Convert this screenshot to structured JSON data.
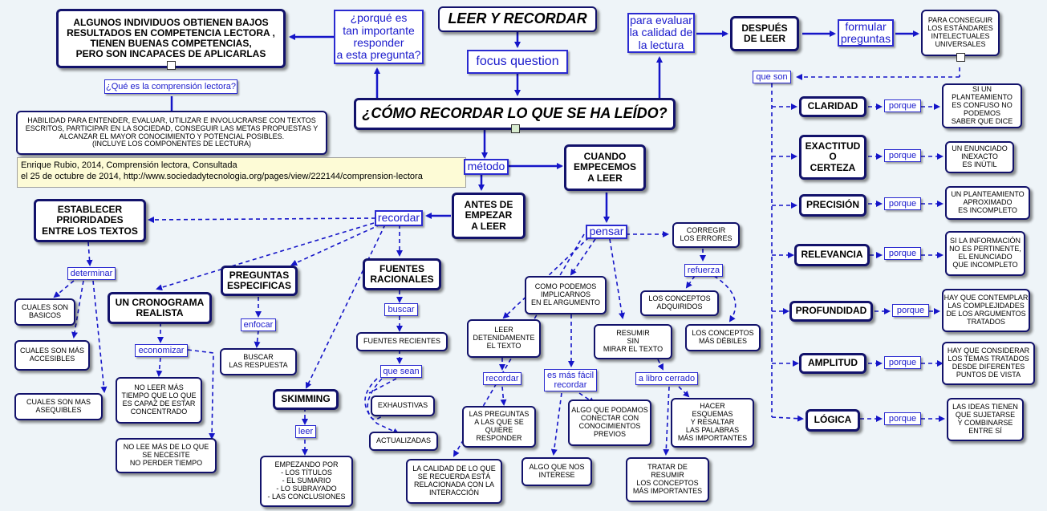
{
  "colors": {
    "background": "#eef4f8",
    "node_border": "#12126b",
    "link_text": "#1a1acc",
    "arrow": "#1515c8",
    "cite_bg": "#fdfbd6"
  },
  "nodes": {
    "title": "LEER Y RECORDAR",
    "focus": "focus question",
    "main_question": "¿CÓMO RECORDAR LO QUE SE HA LEÍDO?",
    "why_important": "¿porqué es\ntan importante\nresponder\na esta pregunta?",
    "bajos": "ALGUNOS INDIVIDUOS OBTIENEN BAJOS\nRESULTADOS EN COMPETENCIA LECTORA ,\nTIENEN BUENAS COMPETENCIAS,\nPERO SON INCAPACES DE APLICARLAS",
    "que_es": "¿Qué es la comprensión lectora?",
    "habilidad": "HABILIDAD PARA ENTENDER, EVALUAR, UTILIZAR E INVOLUCRARSE CON TEXTOS\nESCRITOS, PARTICIPAR EN LA SOCIEDAD, CONSEGUIR LAS METAS PROPUESTAS Y\nALCANZAR EL MAYOR CONOCIMIENTO Y POTENCIAL POSIBLES.\n(INCLUYE LOS COMPONENTES DE LECTURA)",
    "cite_line1": "Enrique Rubio, 2014, Comprensión lectora, Consultada",
    "cite_line2": "el 25 de octubre de 2014, http://www.sociedadytecnologia.org/pages/view/222144/comprension-lectora",
    "metodo": "método",
    "antes": "ANTES DE\nEMPEZAR\nA LEER",
    "cuando": "CUANDO\nEMPECEMOS\nA LEER",
    "recordar": "recordar",
    "pensar": "pensar",
    "establecer": "ESTABLECER\nPRIORIDADES\nENTRE LOS TEXTOS",
    "determinar": "determinar",
    "basicos": "CUALES SON\nBASICOS",
    "accesibles": "CUALES SON MÁS\nACCESIBLES",
    "asequibles": "CUALES SON MAS\nASEQUIBLES",
    "cronograma": "UN CRONOGRAMA\nREALISTA",
    "economizar": "economizar",
    "no_leer_mas": "NO LEER MÁS\nTIEMPO QUE LO QUE\nES CAPAZ DE ESTAR\nCONCENTRADO",
    "no_lee_mas": "NO LEE MÁS DE LO QUE\nSE NECESITE\nNO PERDER TIEMPO",
    "preguntas": "PREGUNTAS\nESPECIFICAS",
    "enfocar": "enfocar",
    "buscar_resp": "BUSCAR\nLAS RESPUESTA",
    "skimming": "SKIMMING",
    "leer": "leer",
    "empezando": "EMPEZANDO POR\n- LOS TÍTULOS\n- EL SUMARIO\n- LO SUBRAYADO\n- LAS CONCLUSIONES",
    "fuentes": "FUENTES\nRACIONALES",
    "buscar": "buscar",
    "recientes": "FUENTES RECIENTES",
    "que_sean": "que sean",
    "exhaustivas": "EXHAUSTIVAS",
    "actualizadas": "ACTUALIZADAS",
    "calidad": "LA CALIDAD DE LO QUE\nSE RECUERDA ESTÁ\nRELACIONADA CON LA\nINTERACCIÓN",
    "leer_det": "LEER\nDETENIDAMENTE\nEL TEXTO",
    "recordar2": "recordar",
    "las_preguntas": "LAS PREGUNTAS\nA LAS QUE SE\nQUIERE\nRESPONDER",
    "como_podemos": "COMO PODEMOS\nIMPLICARNOS\nEN EL ARGUMENTO",
    "facil": "es más fácil\nrecordar",
    "algo_que_podamos": "ALGO QUE PODAMOS\nCONECTAR CON\nCONOCIMIENTOS\nPREVIOS",
    "algo_interese": "ALGO QUE NOS\nINTERESE",
    "resumir": "RESUMIR\nSIN\nMIRAR EL TEXTO",
    "libro_cerrado": "a libro cerrado",
    "hacer_esquemas": "HACER\nESQUEMAS\nY RESALTAR\nLAS PALABRAS\nMÁS IMPORTANTES",
    "tratar": "TRATAR DE\nRESUMIR\nLOS CONCEPTOS\nMÁS IMPORTANTES",
    "corregir": "CORREGIR\nLOS ERRORES",
    "refuerza": "refuerza",
    "adquiridos": "LOS CONCEPTOS\nADQUIRIDOS",
    "debiles": "LOS CONCEPTOS\nMÁS DÉBILES",
    "para_evaluar": "para evaluar\nla calidad de\nla lectura",
    "despues": "DESPUÉS\nDE LEER",
    "formular": "formular\npreguntas",
    "para_conseguir": "PARA CONSEGUIR\nLOS ESTÁNDARES\nINTELECTUALES\nUNIVERSALES",
    "que_son": "que son",
    "claridad": "CLARIDAD",
    "claridad_d": "SI UN PLANTEAMIENTO\nES CONFUSO NO\nPODEMOS\nSABER QUE DICE",
    "exactitud": "EXACTITUD\nO\nCERTEZA",
    "exactitud_d": "UN ENUNCIADO\nINEXACTO\nES INÚTIL",
    "precision": "PRECISIÓN",
    "precision_d": "UN PLANTEAMIENTO\nAPROXIMADO\nES INCOMPLETO",
    "relevancia": "RELEVANCIA",
    "relevancia_d": "SI LA INFORMACIÓN\nNO ES PERTINENTE,\nEL ENUNCIADO\nQUE INCOMPLETO",
    "profundidad": "PROFUNDIDAD",
    "profundidad_d": "HAY QUE CONTEMPLAR\nLAS COMPLEJIDADES\nDE LOS ARGUMENTOS\nTRATADOS",
    "amplitud": "AMPLITUD",
    "amplitud_d": "HAY QUE CONSIDERAR\nLOS TEMAS TRATADOS\nDESDE DIFERENTES\nPUNTOS DE VISTA",
    "logica": "LÓGICA",
    "logica_d": "LAS IDEAS TIENEN\nQUE SUJETARSE\nY COMBINARSE\nENTRE SÍ",
    "porque": "porque"
  }
}
